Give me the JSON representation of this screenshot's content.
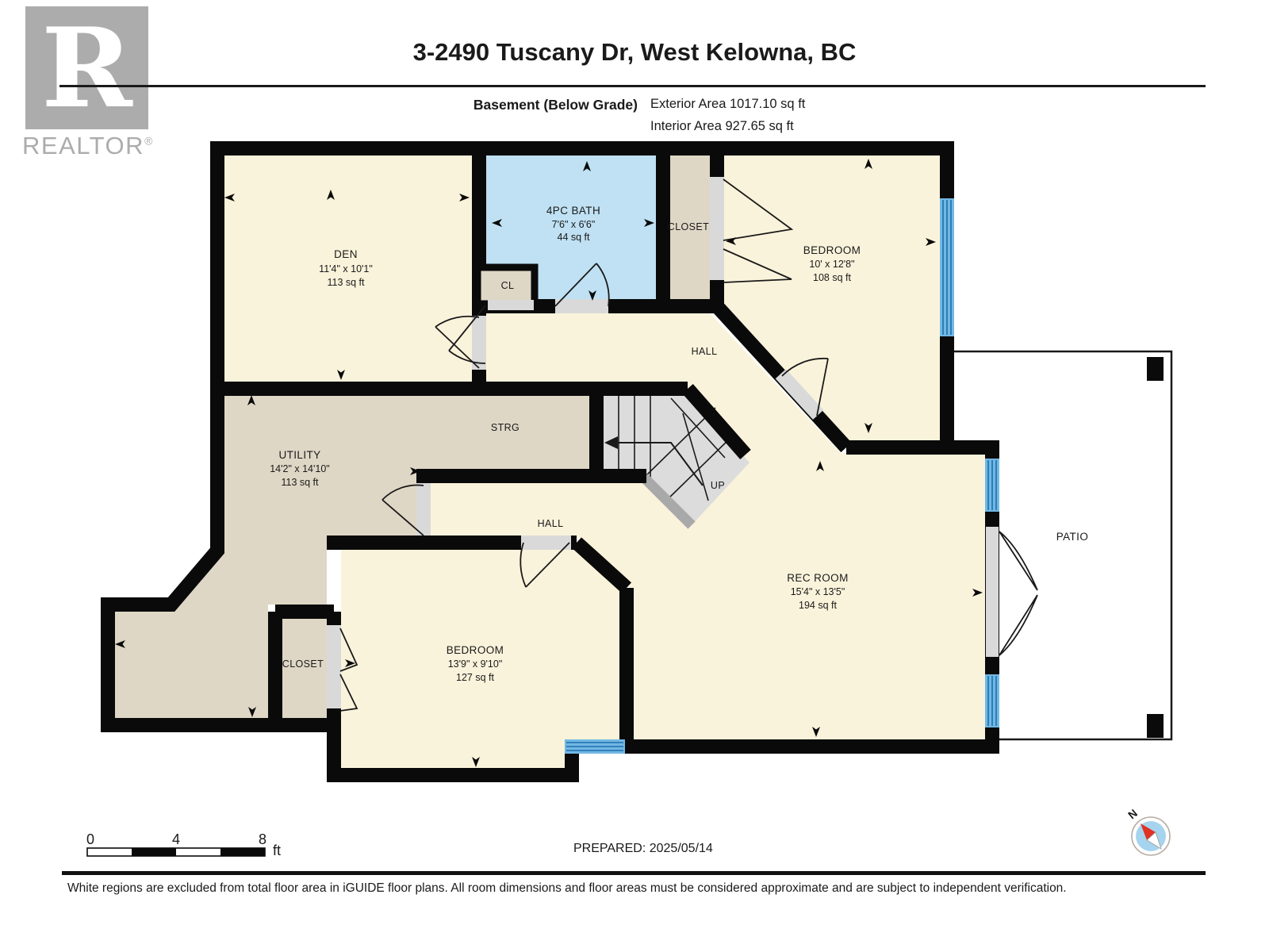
{
  "header": {
    "brand_letter": "R",
    "brand_word": "REALTOR",
    "registered": "®",
    "title": "3-2490 Tuscany Dr, West Kelowna, BC",
    "floor_label": "Basement (Below Grade)",
    "exterior_area": "Exterior Area 1017.10 sq ft",
    "interior_area": "Interior Area 927.65 sq ft"
  },
  "rooms": {
    "den": {
      "name": "DEN",
      "dims": "11'4\" x 10'1\"",
      "area": "113 sq ft"
    },
    "bath": {
      "name": "4PC BATH",
      "dims": "7'6\" x 6'6\"",
      "area": "44 sq ft"
    },
    "cl": {
      "name": "CL"
    },
    "closet_top": {
      "name": "CLOSET"
    },
    "bedroom_top": {
      "name": "BEDROOM",
      "dims": "10' x 12'8\"",
      "area": "108 sq ft"
    },
    "hall_top": {
      "name": "HALL"
    },
    "utility": {
      "name": "UTILITY",
      "dims": "14'2\" x 14'10\"",
      "area": "113 sq ft"
    },
    "strg": {
      "name": "STRG"
    },
    "stairs": {
      "label": "UP"
    },
    "hall_bottom": {
      "name": "HALL"
    },
    "rec_room": {
      "name": "REC ROOM",
      "dims": "15'4\" x 13'5\"",
      "area": "194 sq ft"
    },
    "closet_bottom": {
      "name": "CLOSET"
    },
    "bedroom_bottom": {
      "name": "BEDROOM",
      "dims": "13'9\" x 9'10\"",
      "area": "127 sq ft"
    },
    "patio": {
      "name": "PATIO"
    }
  },
  "scale_bar": {
    "tick_0": "0",
    "tick_4": "4",
    "tick_8": "8",
    "unit": "ft"
  },
  "prepared": "PREPARED: 2025/05/14",
  "compass": {
    "north_label": "N"
  },
  "footer": {
    "disclaimer": "White regions are excluded from total floor area in iGUIDE floor plans. All room dimensions and floor areas must be considered approximate and are subject to independent verification."
  },
  "icons": {
    "camera_arrow": "black dart chevron",
    "compass": "blue circle with red/white needle pointing north-west",
    "window": "light blue triple-line glazing",
    "door": "gray opening with quarter-circle swing arc"
  },
  "colors": {
    "room_fill": "#FAF3DB",
    "storage_fill": "#DFD7C6",
    "bath_fill": "#BFE1F3",
    "stair_fill": "#DCDCDC",
    "door_gray": "#D9D9D9",
    "handrail_gray": "#A9A9A9",
    "window_blue": "#72B8E4",
    "window_line": "#1C6FAD",
    "wall_black": "#0A0A0A",
    "compass_blue": "#A6D4EF",
    "compass_red": "#E03123",
    "brand_gray": "#ACACAC"
  }
}
